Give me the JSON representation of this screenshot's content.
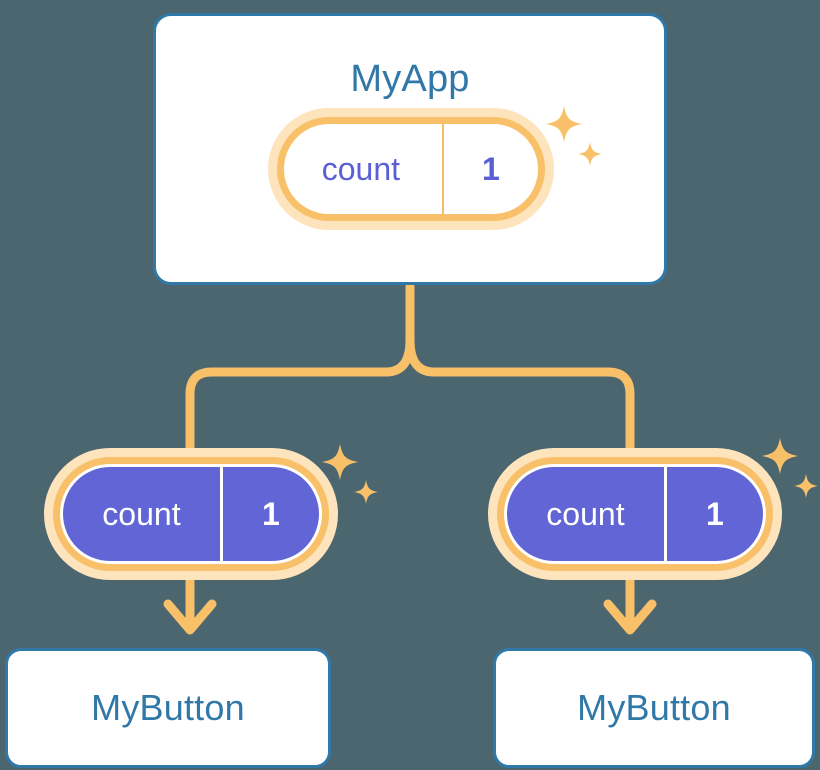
{
  "diagram": {
    "type": "signals-dependency-tree",
    "background_color": "#4c6670",
    "palette": {
      "card_border": "#2f78a8",
      "card_text": "#2f78a8",
      "card_fill": "#ffffff",
      "pill_ring": "#f9c06a",
      "pill_halo": "#fde4bd",
      "pill_divider_light": "#f6bc63",
      "pill_fill_solid": "#6165d6",
      "pill_text_light": "#5b5fd6",
      "pill_text_solid": "#ffffff",
      "connector": "#f9c06a",
      "sparkle": "#f9c06a"
    }
  },
  "root": {
    "card_label": "MyApp",
    "signal": {
      "name": "count",
      "value": "1",
      "style": "outlined"
    }
  },
  "children": [
    {
      "signal": {
        "name": "count",
        "value": "1",
        "style": "filled"
      },
      "card_label": "MyButton"
    },
    {
      "signal": {
        "name": "count",
        "value": "1",
        "style": "filled"
      },
      "card_label": "MyButton"
    }
  ],
  "connectors": {
    "from_root_label": "MyApp",
    "branch_count": 2,
    "arrow_count": 2
  },
  "sparkle_groups": 3
}
